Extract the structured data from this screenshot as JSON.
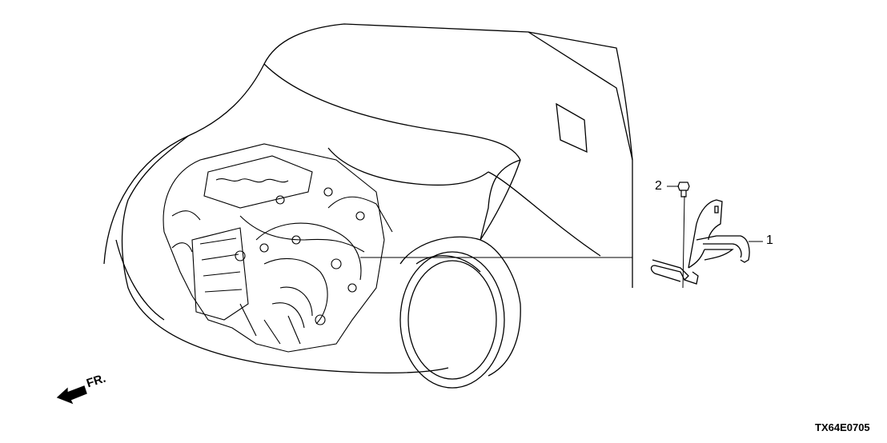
{
  "diagram": {
    "callouts": [
      {
        "number": "1",
        "part": "bracket"
      },
      {
        "number": "2",
        "part": "bolt"
      }
    ],
    "direction_label": "FR.",
    "diagram_code": "TX64E0705",
    "colors": {
      "line": "#000000",
      "background": "#ffffff"
    }
  }
}
